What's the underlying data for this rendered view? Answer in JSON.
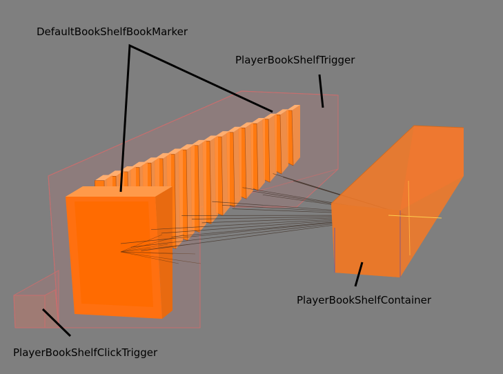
{
  "labels": {
    "default_book_marker": "DefaultBookShelfBookMarker",
    "player_shelf_trigger": "PlayerBookShelfTrigger",
    "player_shelf_container": "PlayerBookShelfContainer",
    "player_shelf_click_trigger": "PlayerBookShelfClickTrigger"
  },
  "colors": {
    "background": "#7f7f7f",
    "book_orange": "#ff7a10",
    "trigger_outline": "#c86e6e",
    "container_orange": "#f07a2a"
  },
  "book_marker_count": 18
}
